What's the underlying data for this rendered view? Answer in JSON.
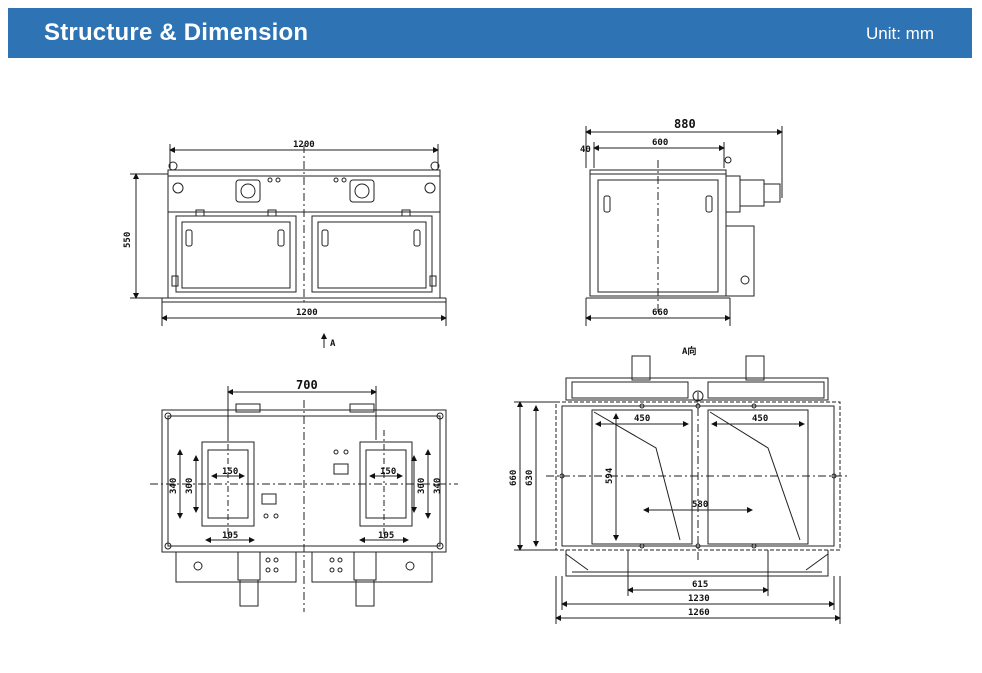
{
  "header": {
    "title": "Structure & Dimension",
    "unit": "Unit: mm",
    "background": "#2e74b5"
  },
  "front_view": {
    "width_top": "1200",
    "width_bottom": "1200",
    "height": "550",
    "view_marker": "A"
  },
  "side_view": {
    "overall_width": "880",
    "body_width": "600",
    "offset": "40",
    "base_width": "660"
  },
  "top_view": {
    "center_distance": "700",
    "flange_width_left": "150",
    "flange_width_right": "150",
    "flange_height_left": "300",
    "flange_height_right": "300",
    "side_left": "340",
    "side_right": "340",
    "offset_left": "105",
    "offset_right": "105"
  },
  "view_a": {
    "label": "A向",
    "opening_left": "450",
    "opening_right": "450",
    "inner_height": "594",
    "center_span": "580",
    "height_outer": "660",
    "height_inner": "630",
    "bottom_span": "615",
    "width_inner": "1230",
    "width_outer": "1260"
  }
}
